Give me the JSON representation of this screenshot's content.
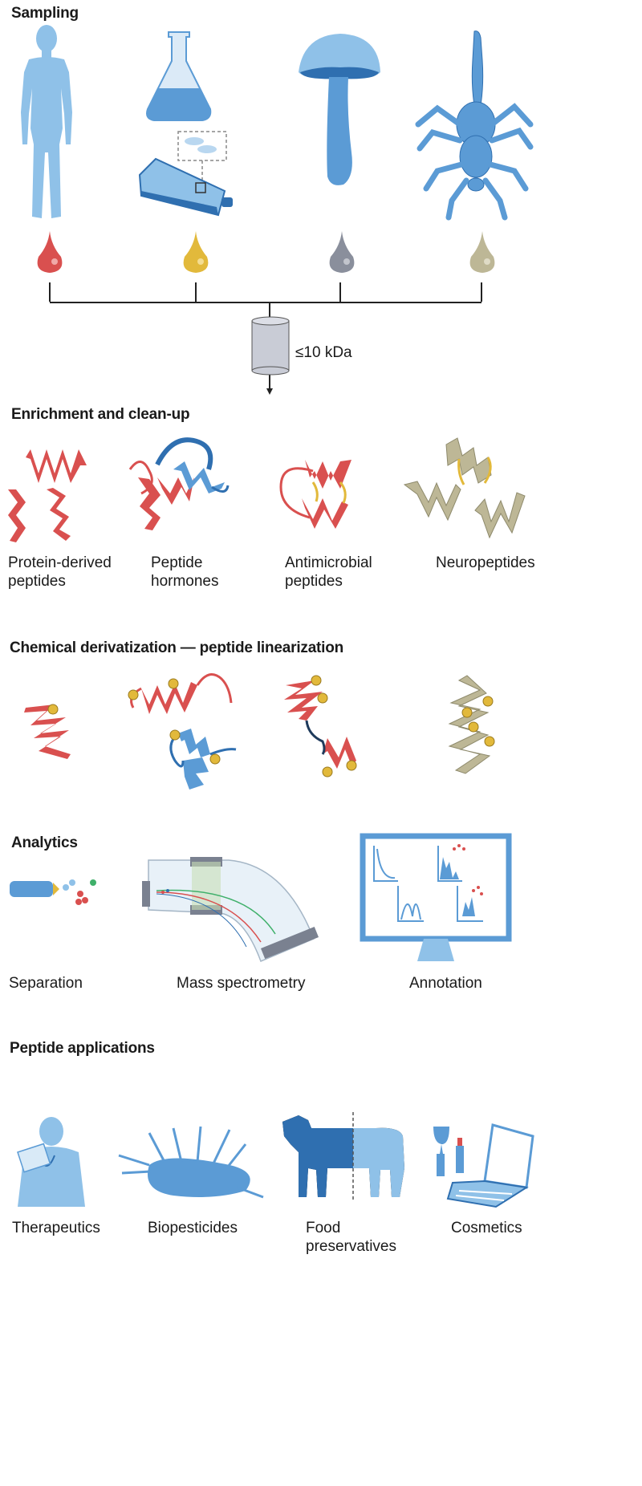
{
  "sections": {
    "sampling": {
      "title": "Sampling",
      "filter_label": "≤10 kDa"
    },
    "enrichment": {
      "title": "Enrichment and clean-up",
      "labels": [
        "Protein-derived\npeptides",
        "Peptide\nhormones",
        "Antimicrobial\npeptides",
        "Neuropeptides"
      ]
    },
    "derivatization": {
      "title": "Chemical derivatization — peptide linearization"
    },
    "analytics": {
      "title": "Analytics",
      "labels": [
        "Separation",
        "Mass spectrometry",
        "Annotation"
      ]
    },
    "applications": {
      "title": "Peptide applications",
      "labels": [
        "Therapeutics",
        "Biopesticides",
        "Food\npreservatives",
        "Cosmetics"
      ]
    }
  },
  "icons": {
    "sampling": [
      "human-body-icon",
      "flask-and-cell-culture-icon",
      "mushroom-icon",
      "scorpion-icon"
    ],
    "drops": [
      "red-drop-icon",
      "yellow-drop-icon",
      "grey-drop-icon",
      "khaki-drop-icon"
    ],
    "analytics": [
      "separation-column-icon",
      "mass-spectrometer-icon",
      "annotation-monitor-icon"
    ],
    "applications": [
      "doctor-icon",
      "insect-icon",
      "cow-icon",
      "cosmetics-laptop-icon"
    ]
  },
  "colors": {
    "blue_light": "#8fc1e8",
    "blue_mid": "#5b9bd5",
    "blue_dark": "#2f6fb0",
    "red": "#d9504f",
    "yellow": "#e2b93b",
    "grey": "#8a8f9c",
    "khaki": "#bdb796",
    "cylinder": "#c9ccd6"
  }
}
